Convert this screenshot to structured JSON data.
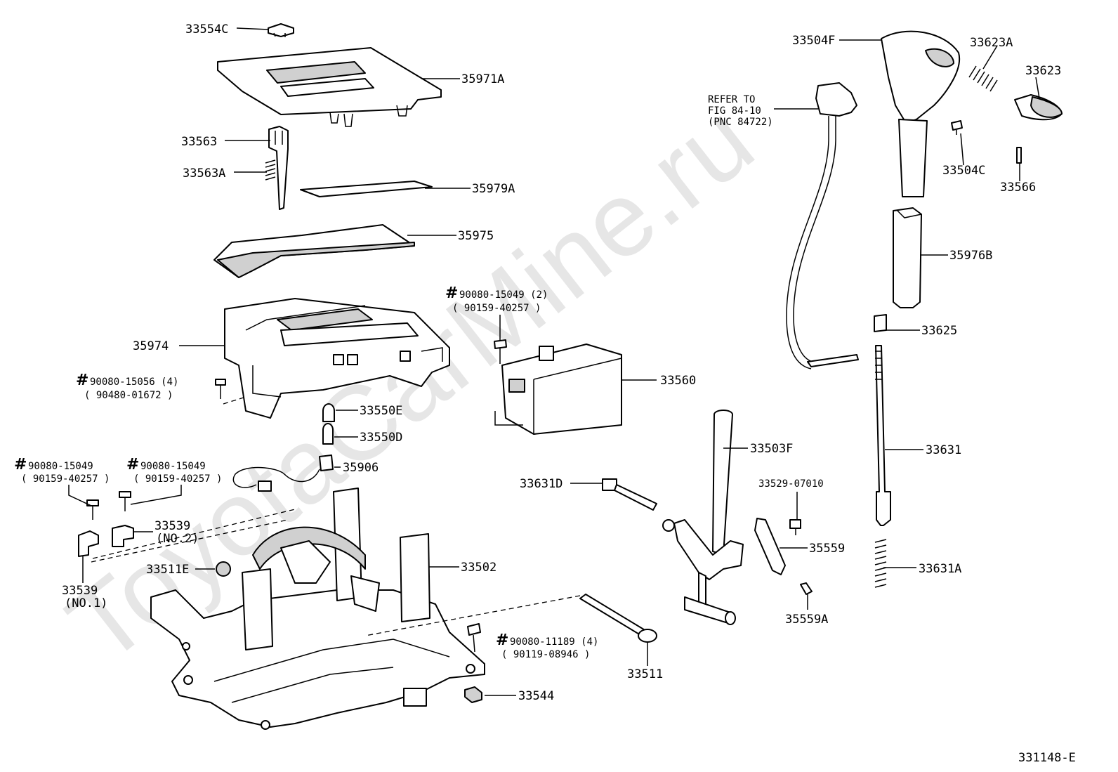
{
  "watermark": "ToyotaCarMine.ru",
  "figure_code": "331148-E",
  "parts": {
    "p33554C": "33554C",
    "p35971A": "35971A",
    "p33563": "33563",
    "p33563A": "33563A",
    "p35979A": "35979A",
    "p35975": "35975",
    "p35974": "35974",
    "p33550E": "33550E",
    "p33550D": "33550D",
    "p35906": "35906",
    "p33539_1": "33539",
    "p33539_1_sub": "(NO.1)",
    "p33539_2": "33539",
    "p33539_2_sub": "(NO.2)",
    "p33511E": "33511E",
    "p33502": "33502",
    "p33544": "33544",
    "p33511": "33511",
    "p33560": "33560",
    "p33631D": "33631D",
    "p33503F": "33503F",
    "p33529": "33529-07010",
    "p35559": "35559",
    "p35559A": "35559A",
    "p33504F": "33504F",
    "p33623A": "33623A",
    "p33623": "33623",
    "p33504C": "33504C",
    "p33566": "33566",
    "p35976B": "35976B",
    "p33625": "33625",
    "p33631": "33631",
    "p33631A": "33631A"
  },
  "bolts": {
    "b1_hash": "#",
    "b1_main": "90080-15056 (4)",
    "b1_alt": "( 90480-01672 )",
    "b2_hash": "#",
    "b2_main": "90080-15049 (2)",
    "b2_alt": "( 90159-40257 )",
    "b3_hash": "#",
    "b3_main": "90080-15049",
    "b3_alt": "( 90159-40257 )",
    "b4_hash": "#",
    "b4_main": "90080-15049",
    "b4_alt": "( 90159-40257 )",
    "b5_hash": "#",
    "b5_main": "90080-11189 (4)",
    "b5_alt": "( 90119-08946 )"
  },
  "refer": {
    "line1": "REFER TO",
    "line2": "FIG 84-10",
    "line3": "(PNC 84722)"
  }
}
